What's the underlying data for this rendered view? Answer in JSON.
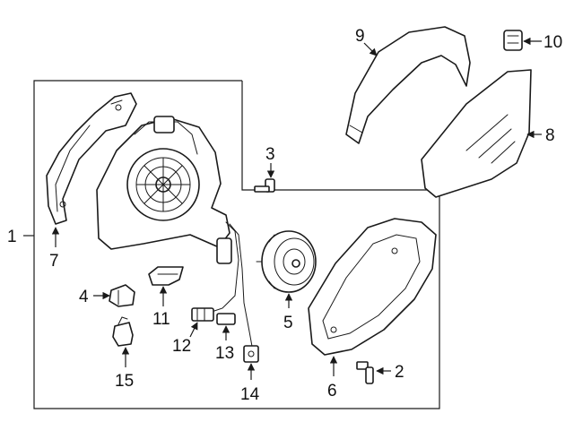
{
  "callouts": {
    "c1": "1",
    "c2": "2",
    "c3": "3",
    "c4": "4",
    "c5": "5",
    "c6": "6",
    "c7": "7",
    "c8": "8",
    "c9": "9",
    "c10": "10",
    "c11": "11",
    "c12": "12",
    "c13": "13",
    "c14": "14",
    "c15": "15"
  },
  "colors": {
    "line": "#1a1a1a",
    "background": "#ffffff"
  }
}
